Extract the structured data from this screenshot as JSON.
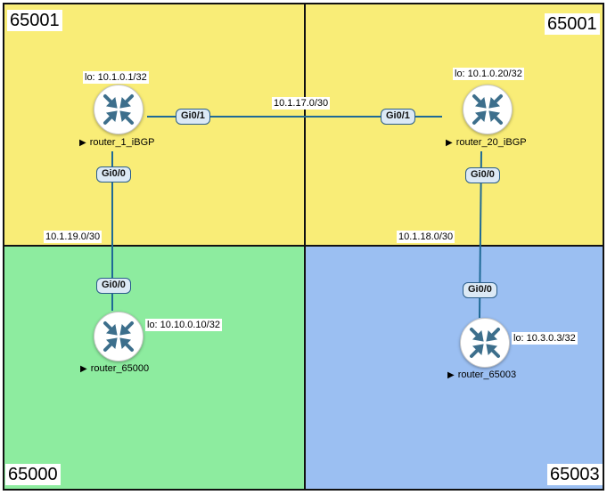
{
  "zones": {
    "top_left": {
      "asn": "65001",
      "color": "#f9ed77"
    },
    "top_right": {
      "asn": "65001",
      "color": "#f9ed77"
    },
    "bottom_left": {
      "asn": "65000",
      "color": "#8dec9f"
    },
    "bottom_right": {
      "asn": "65003",
      "color": "#9bbff2"
    }
  },
  "routers": {
    "r1": {
      "name": "router_1_iBGP",
      "loopback": "lo: 10.1.0.1/32",
      "icon": "router-icon"
    },
    "r20": {
      "name": "router_20_iBGP",
      "loopback": "lo: 10.1.0.20/32",
      "icon": "router-icon"
    },
    "r65000": {
      "name": "router_65000",
      "loopback": "lo: 10.10.0.10/32",
      "icon": "router-icon"
    },
    "r65003": {
      "name": "router_65003",
      "loopback": "lo: 10.3.0.3/32",
      "icon": "router-icon"
    }
  },
  "links": {
    "r1_r20": {
      "subnet": "10.1.17.0/30",
      "a_iface": "Gi0/1",
      "b_iface": "Gi0/1"
    },
    "r1_r65000": {
      "subnet": "10.1.19.0/30",
      "a_iface": "Gi0/0",
      "b_iface": "Gi0/0"
    },
    "r20_r65003": {
      "subnet": "10.1.18.0/30",
      "a_iface": "Gi0/0",
      "b_iface": "Gi0/0"
    }
  },
  "colors": {
    "link": "#1f6a96",
    "border": "#111111",
    "router_arrows": "#3d6f8c"
  }
}
